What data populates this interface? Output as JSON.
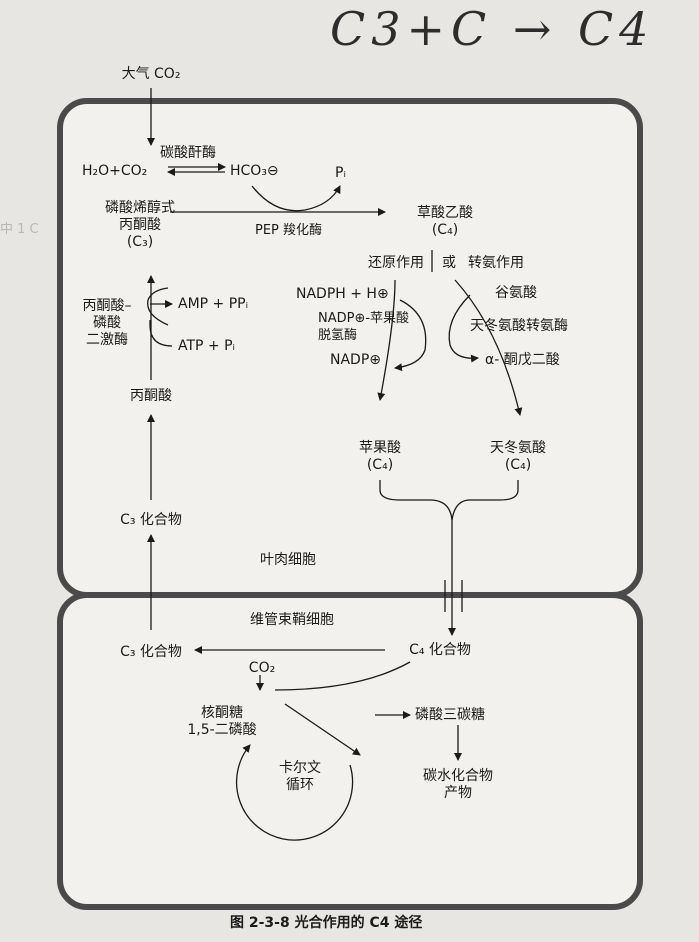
{
  "handwriting": "C3+C → C4",
  "labels": {
    "atm_co2": "大气 CO₂",
    "h2o_co2": "H₂O+CO₂",
    "carbonic_anhydrase": "碳酸酐酶",
    "hco3": "HCO₃⊖",
    "pi": "Pᵢ",
    "pep": "磷酸烯醇式\n丙酮酸\n(C₃)",
    "pep_carboxylase": "PEP 羧化酶",
    "oxaloacetate": "草酸乙酸\n(C₄)",
    "reduction": "还原作用",
    "or": "或",
    "transamination": "转氨作用",
    "nadph": "NADPH + H⊕",
    "malate_dh": "NADP⊕-苹果酸\n脱氢酶",
    "nadp": "NADP⊕",
    "glutamate": "谷氨酸",
    "asp_aminotransferase": "天冬氨酸转氨酶",
    "akg": "α- 酮戊二酸",
    "ppdk": "丙酮酸–\n磷酸\n二激酶",
    "amp": "AMP + PPᵢ",
    "atp": "ATP + Pᵢ",
    "pyruvate": "丙酮酸",
    "malate": "苹果酸\n(C₄)",
    "aspartate": "天冬氨酸\n(C₄)",
    "c3_meso": "C₃ 化合物",
    "mesophyll": "叶肉细胞",
    "bundle_sheath": "维管束鞘细胞",
    "c4_bs": "C₄ 化合物",
    "c3_bs": "C₃ 化合物",
    "co2_bs": "CO₂",
    "rubp": "核酮糖\n1,5-二磷酸",
    "calvin": "卡尔文\n循环",
    "triose": "磷酸三碳糖",
    "carbohydrate": "碳水化合物\n产物"
  },
  "caption": "图 2-3-8   光合作用的 C4 途径"
}
